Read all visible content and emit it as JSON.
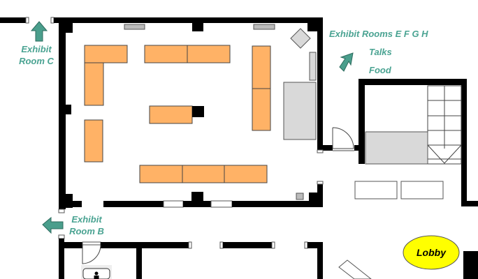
{
  "labels": {
    "exhibit_room_c": [
      "Exhibit",
      "Room C"
    ],
    "exhibit_room_b": [
      "Exhibit",
      "Room B"
    ],
    "exhibit_rooms_efgh": "Exhibit Rooms E F G H",
    "talks": "Talks",
    "food": "Food",
    "lobby": "Lobby"
  },
  "colors": {
    "label": "#4aa392",
    "table": "#ffb266",
    "lobby": "#ffff00",
    "wall": "#000000"
  }
}
